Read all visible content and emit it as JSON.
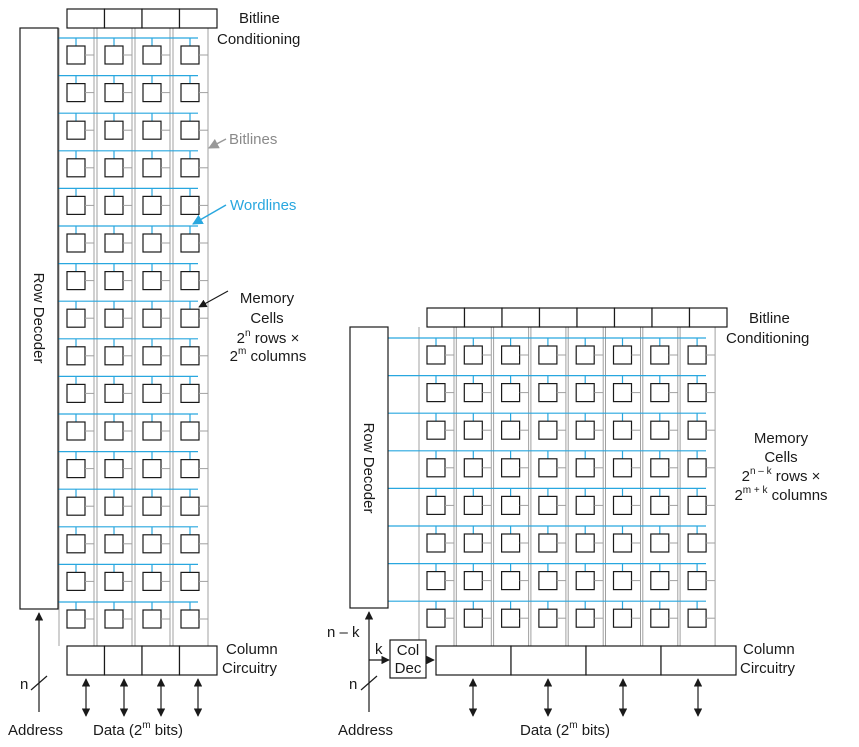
{
  "colors": {
    "wordline": "#29a7df",
    "bitline": "#a0a0a0",
    "outline": "#1a1a1a",
    "bitline_label": "#8a8a8a"
  },
  "left": {
    "rows": 16,
    "cols": 4,
    "conditioning_label": [
      "Bitline",
      "Conditioning"
    ],
    "bitlines_label": "Bitlines",
    "wordlines_label": "Wordlines",
    "memory_label": {
      "line1": "Memory",
      "line2": "Cells",
      "rows_base": "2",
      "rows_exp": "n",
      "rows_suffix": " rows ×",
      "cols_base": "2",
      "cols_exp": "m",
      "cols_suffix": " columns"
    },
    "row_decoder_label": "Row Decoder",
    "column_label": [
      "Column",
      "Circuitry"
    ],
    "n_label": "n",
    "address_label": "Address",
    "data_label": {
      "prefix": "Data (2",
      "exp": "m",
      "suffix": " bits)"
    }
  },
  "right": {
    "rows": 8,
    "cols": 8,
    "conditioning_label": [
      "Bitline",
      "Conditioning"
    ],
    "memory_label": {
      "line1": "Memory",
      "line2": "Cells",
      "rows_base": "2",
      "rows_exp": "n – k",
      "rows_suffix": " rows ×",
      "cols_base": "2",
      "cols_exp": "m + k",
      "cols_suffix": " columns"
    },
    "row_decoder_label": "Row Decoder",
    "nk_label": "n – k",
    "k_label": "k",
    "col_dec_label": [
      "Col",
      "Dec"
    ],
    "column_label": [
      "Column",
      "Circuitry"
    ],
    "n_label": "n",
    "address_label": "Address",
    "data_label": {
      "prefix": "Data (2",
      "exp": "m",
      "suffix": " bits)"
    }
  }
}
